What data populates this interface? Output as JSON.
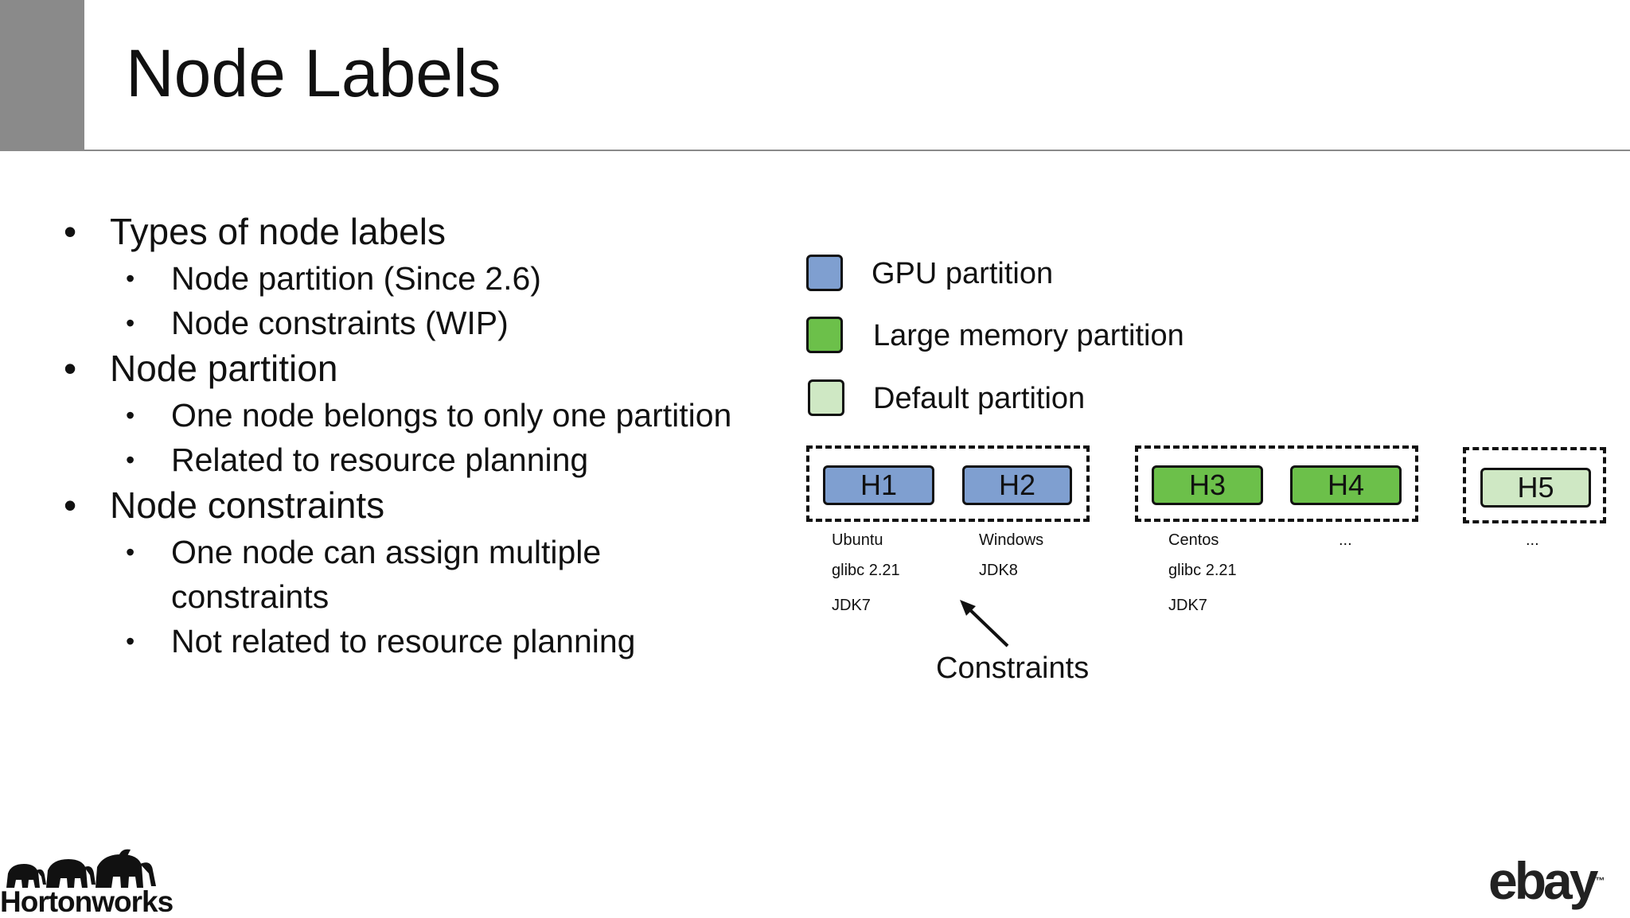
{
  "slide": {
    "title": "Node Labels"
  },
  "bullets": [
    {
      "text": "Types of node labels",
      "children": [
        "Node partition (Since 2.6)",
        "Node constraints (WIP)"
      ]
    },
    {
      "text": "Node partition",
      "children": [
        "One node belongs to only one partition",
        "Related to resource planning"
      ]
    },
    {
      "text": "Node constraints",
      "children": [
        "One node can assign multiple constraints",
        "Not related to resource planning"
      ]
    }
  ],
  "legend": [
    {
      "label": "GPU partition",
      "color": "#7f9fd0"
    },
    {
      "label": "Large memory partition",
      "color": "#6cc04a"
    },
    {
      "label": "Default partition",
      "color": "#cfe8c4"
    }
  ],
  "hosts": [
    "H1",
    "H2",
    "H3",
    "H4",
    "H5"
  ],
  "host_labels": {
    "h1": [
      "Ubuntu",
      "glibc 2.21",
      "JDK7"
    ],
    "h2": [
      "Windows",
      "JDK8"
    ],
    "h3": [
      "Centos",
      "glibc 2.21",
      "JDK7"
    ],
    "h4": [
      "..."
    ],
    "h5": [
      "..."
    ]
  },
  "callout": "Constraints",
  "logos": {
    "left": "Hortonworks",
    "right": "ebay",
    "right_tm": "™"
  }
}
